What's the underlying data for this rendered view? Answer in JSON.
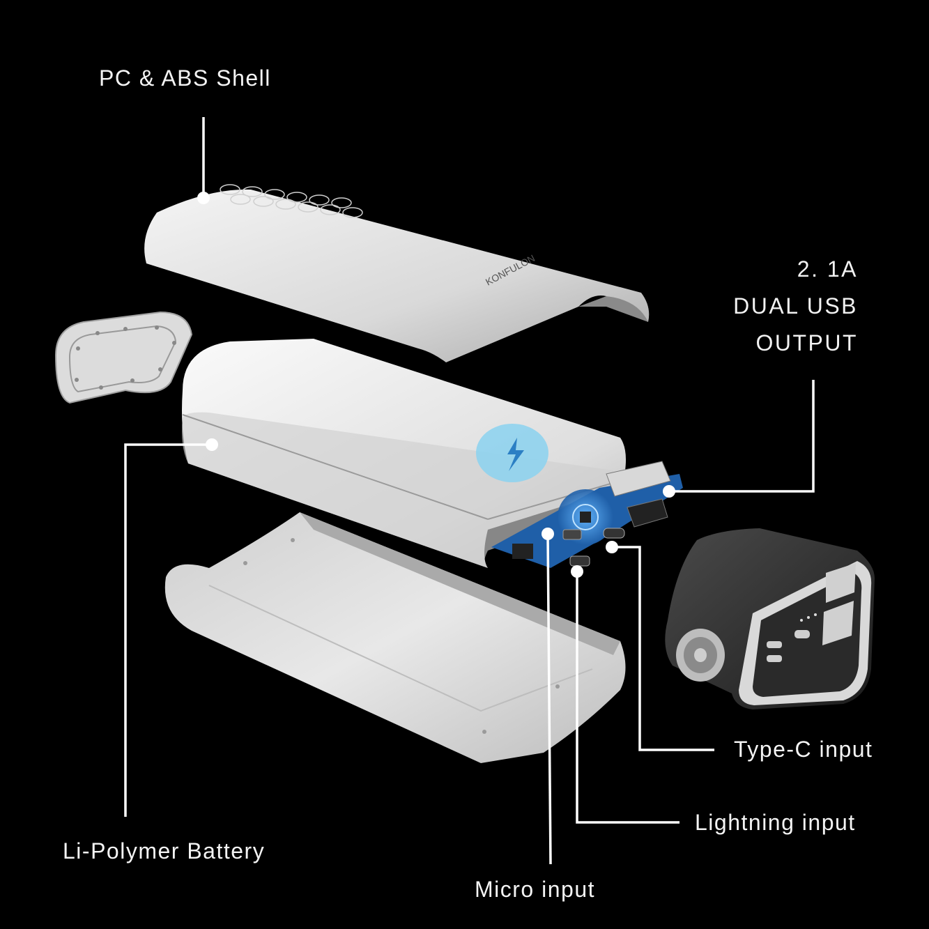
{
  "labels": {
    "shell": "PC & ABS Shell",
    "usb_line1": "2. 1A",
    "usb_line2": "DUAL  USB",
    "usb_line3": "OUTPUT",
    "type_c": "Type-C  input",
    "lightning": "Lightning  input",
    "battery": "Li-Polymer Battery",
    "micro": "Micro  input"
  },
  "brand_mark": "KONFULON",
  "colors": {
    "background": "#000000",
    "shell": "#e6e6e6",
    "pcb": "#1f5fa8",
    "charge_badge": "#8fd3ee",
    "end_cap_body": "#333333",
    "callout_line": "#ffffff"
  }
}
